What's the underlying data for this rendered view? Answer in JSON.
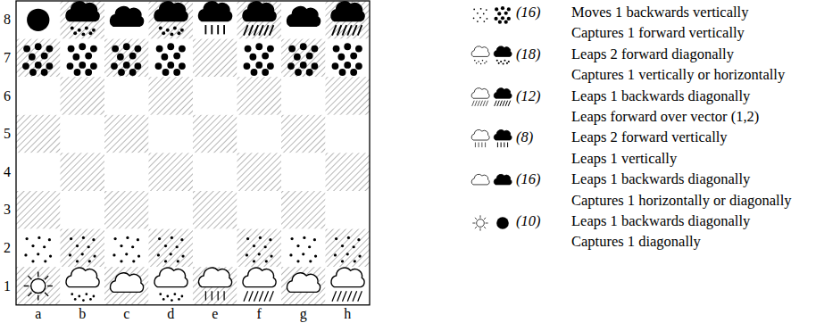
{
  "diagram": {
    "labels": [
      "8",
      "7",
      "6",
      "5",
      "4",
      "3",
      "2",
      "1",
      "a",
      "b",
      "c",
      "d",
      "e",
      "f",
      "g",
      "h",
      "Moves 1 backwards vertically",
      "Captures 1 forward vertically",
      "Leaps 2 forward diagonally",
      "Captures 1 vertically or horizontally",
      "Leaps 1 backwards diagonally",
      "Leaps forward over vector (1,2)",
      "Leaps 2 forward vertically",
      "Leaps 1 vertically",
      "Leaps 1 backwards diagonally",
      "Captures 1 horizontally or diagonally",
      "Leaps 1 backwards diagonally",
      "Captures 1 diagonally"
    ],
    "legend": [
      {
        "text": "(16)"
      },
      {
        "text": "(18)"
      },
      {
        "text": "(12)"
      },
      {
        "text": "(8)"
      },
      {
        "text": "(16)"
      },
      {
        "text": "(10)"
      }
    ]
  }
}
